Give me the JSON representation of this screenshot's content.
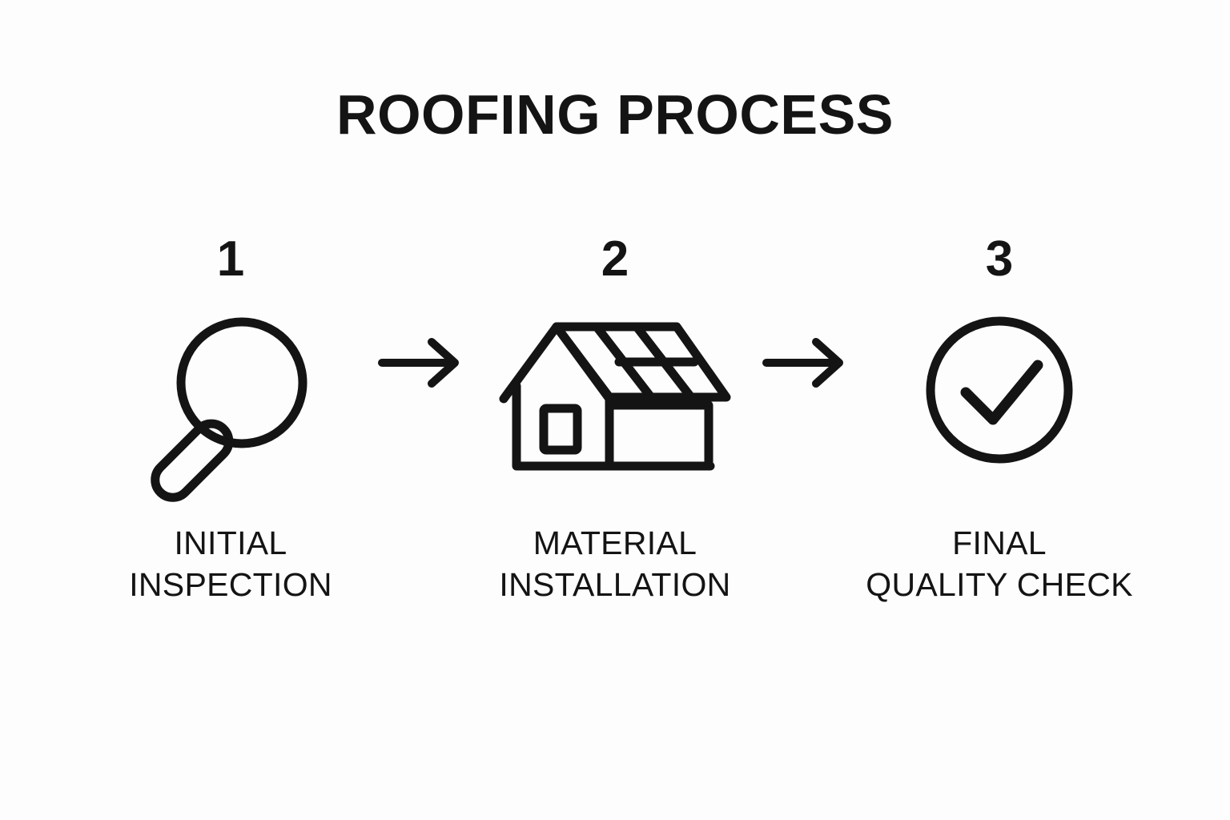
{
  "title": "ROOFING PROCESS",
  "theme": {
    "background": "#fdfdfd",
    "ink": "#141414"
  },
  "steps": [
    {
      "number": "1",
      "icon": "magnifying-glass-icon",
      "label_line1": "INITIAL",
      "label_line2": "INSPECTION"
    },
    {
      "number": "2",
      "icon": "house-with-shingled-roof-icon",
      "label_line1": "MATERIAL",
      "label_line2": "INSTALLATION"
    },
    {
      "number": "3",
      "icon": "check-circle-icon",
      "label_line1": "FINAL",
      "label_line2": "QUALITY CHECK"
    }
  ],
  "connectors": [
    {
      "icon": "arrow-right-icon"
    },
    {
      "icon": "arrow-right-icon"
    }
  ]
}
